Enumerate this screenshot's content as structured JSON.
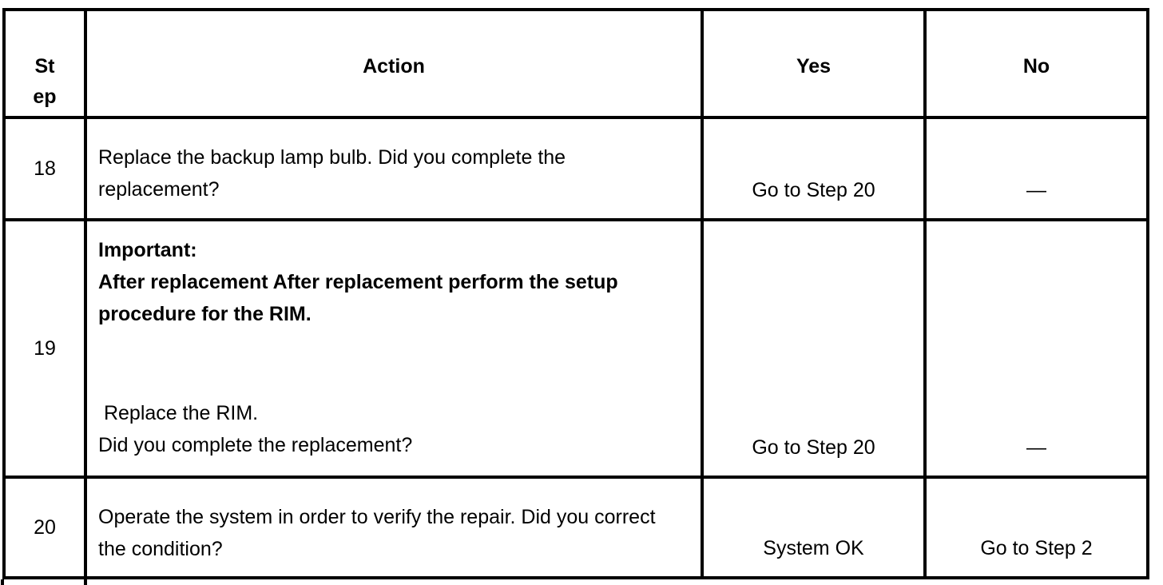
{
  "colors": {
    "border": "#000000",
    "text": "#000000",
    "background": "#ffffff"
  },
  "table": {
    "headers": {
      "step_lines": [
        "St",
        "ep"
      ],
      "action": "Action",
      "yes": "Yes",
      "no": "No"
    },
    "rows": [
      {
        "step": "18",
        "action": "Replace the backup lamp bulb. Did you complete the replacement?",
        "yes": "Go to Step 20",
        "no": "—"
      },
      {
        "step": "19",
        "important_label": "Important:",
        "important_text": "After replacement After replacement perform the setup procedure for the RIM.",
        "action_line1": " Replace the RIM.",
        "action_line2": "Did you complete the replacement?",
        "yes": "Go to Step 20",
        "no": "—"
      },
      {
        "step": "20",
        "action": "Operate the system in order to verify the repair. Did you correct the condition?",
        "yes": "System OK",
        "no": "Go to Step 2"
      }
    ]
  }
}
